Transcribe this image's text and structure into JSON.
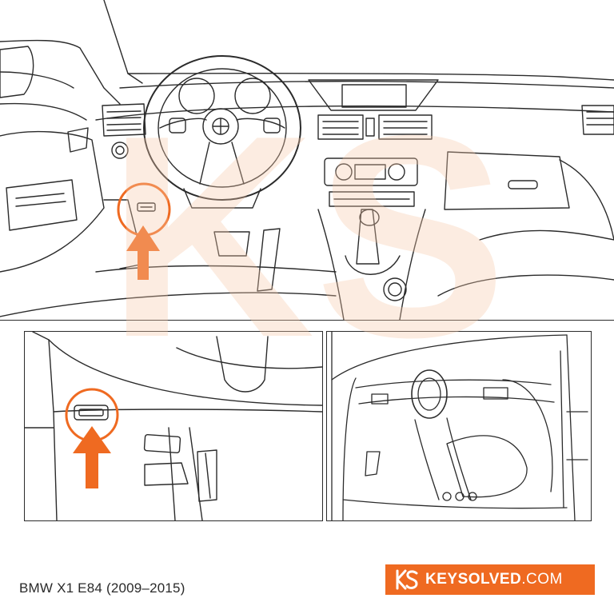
{
  "caption": "BMW X1 E84 (2009–2015)",
  "brand": {
    "name_bold": "KEYSOLVED",
    "name_suffix": ".COM",
    "watermark": "KS",
    "logo": "ks-logo-icon"
  },
  "colors": {
    "accent": "#ef6a21",
    "line": "#2b2b2b",
    "watermark": "#f6c9a8"
  },
  "icons": {
    "marker": "orange-up-arrow",
    "port": "obd-port-icon",
    "highlight": "orange-circle"
  }
}
